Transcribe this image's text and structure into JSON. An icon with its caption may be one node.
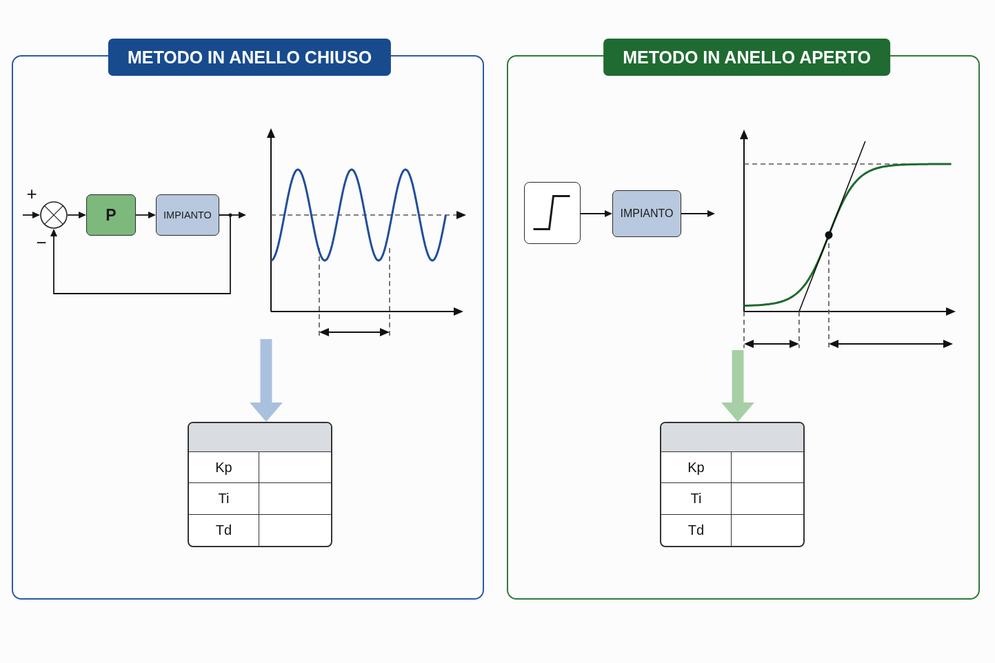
{
  "diagram": {
    "nodes": [
      {
        "text": [
          "METODO IN ANELLO CHIUSO"
        ]
      },
      {
        "text": [],
        "shape": "circle",
        "in": 0,
        "beside": [
          "+",
          "−"
        ]
      },
      {
        "text": [
          "P"
        ],
        "in": 0
      },
      {
        "text": [
          "IMPIANTO"
        ],
        "in": 0
      },
      {
        "text": [],
        "shape": "picture",
        "in": 0
      },
      {
        "text": [
          "Kp",
          "Ti",
          "Td"
        ],
        "in": 0
      },
      {
        "text": [
          "METODO IN ANELLO APERTO"
        ]
      },
      {
        "text": [],
        "shape": "box",
        "in": 6
      },
      {
        "text": [
          "IMPIANTO"
        ],
        "in": 6
      },
      {
        "text": [],
        "shape": "picture",
        "in": 6
      },
      {
        "text": [
          "Kp",
          "Ti",
          "Td"
        ],
        "in": 6
      }
    ],
    "edges": [
      {
        "from": null,
        "to": 1,
        "arrow": "to"
      },
      {
        "from": 1,
        "to": 2,
        "arrow": "to"
      },
      {
        "from": 2,
        "to": 3,
        "arrow": "to"
      },
      {
        "from": 3,
        "to": null,
        "arrow": "to"
      },
      {
        "from": 3,
        "to": 1,
        "arrow": "to"
      },
      {
        "from": 4,
        "to": 5,
        "arrow": "to",
        "style": "thick",
        "color": "#a9c1de"
      },
      {
        "from": 7,
        "to": 8,
        "arrow": "to"
      },
      {
        "from": 8,
        "to": null,
        "arrow": "to"
      },
      {
        "from": 9,
        "to": 10,
        "arrow": "to",
        "style": "thick",
        "color": "#a6cfa6"
      }
    ]
  }
}
